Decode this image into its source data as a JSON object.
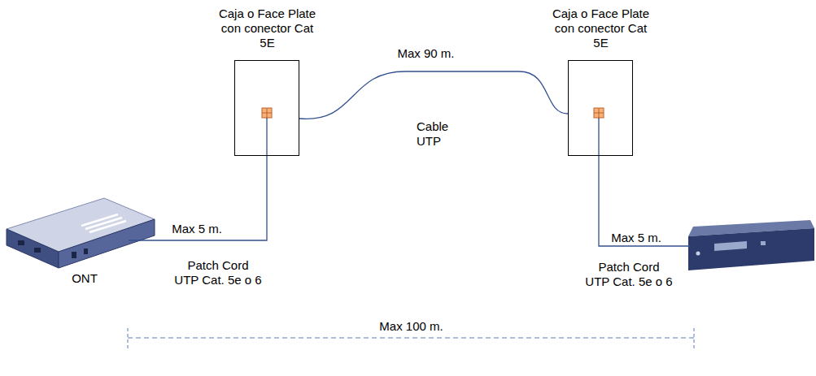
{
  "diagram": {
    "nodes": [
      {
        "text": [
          "Caja o Face Plate con conector Cat 5E"
        ]
      },
      {
        "text": [
          "Caja o Face Plate con conector Cat 5E"
        ]
      },
      {
        "text": [
          "ONT"
        ]
      }
    ],
    "edges": [
      {
        "from": 0,
        "to": 1,
        "arrow": "none",
        "label": "Cable UTP"
      },
      {
        "from": 2,
        "to": 0,
        "arrow": "none"
      }
    ],
    "labels": [
      "Max 90 m.",
      "Max 5 m.",
      "Patch Cord UTP Cat. 5e o 6",
      "Max 5 m.",
      "Patch Cord UTP Cat. 5e o 6",
      "Max 100 m."
    ]
  }
}
